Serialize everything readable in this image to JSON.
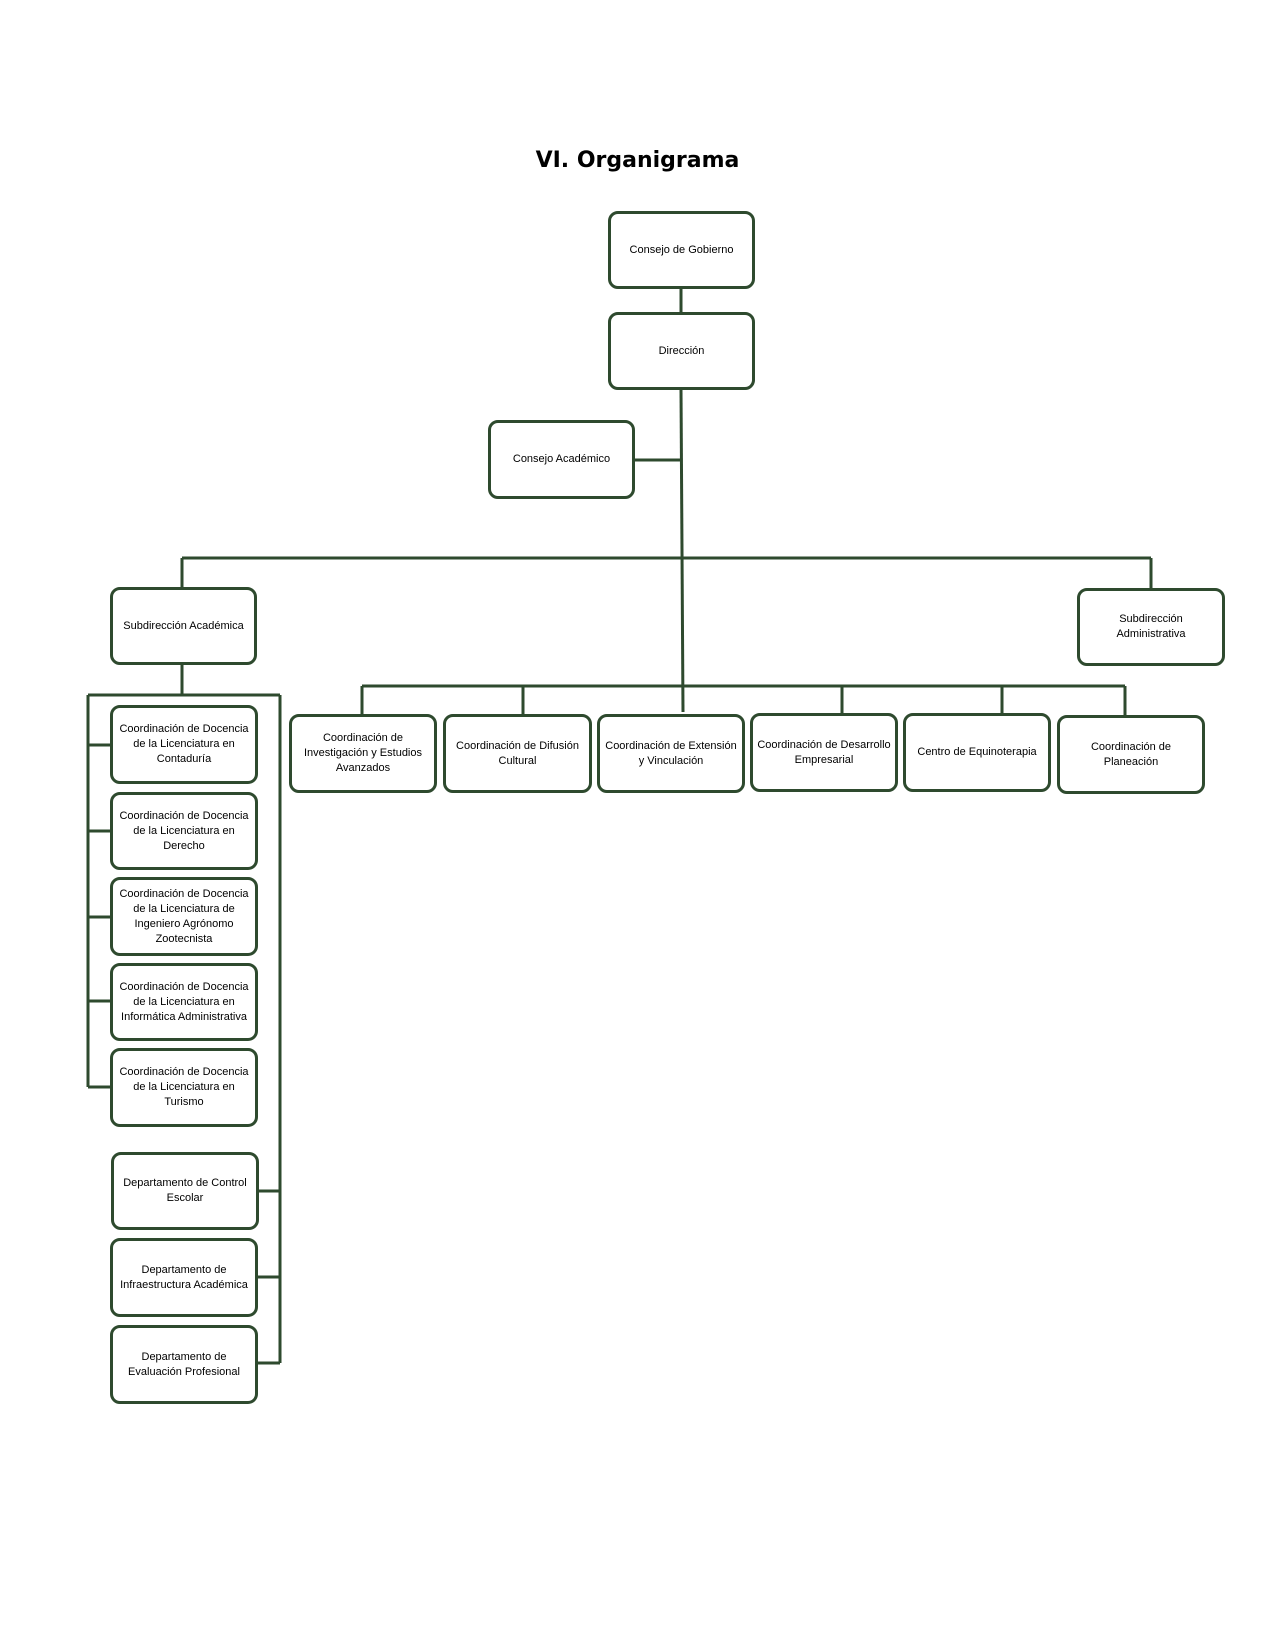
{
  "title": "VI. Organigrama",
  "line_color": "#2e4a2e",
  "nodes": {
    "consejo_gobierno": "Consejo de Gobierno",
    "direccion": "Dirección",
    "consejo_academico": "Consejo Académico",
    "subdireccion_academica": "Subdirección Académica",
    "subdireccion_administrativa": "Subdirección Administrativa",
    "coord_contaduria": "Coordinación de Docencia de la Licenciatura en Contaduría",
    "coord_derecho": "Coordinación de Docencia de la Licenciatura en Derecho",
    "coord_agronomo": "Coordinación de Docencia de la Licenciatura de Ingeniero Agrónomo Zootecnista",
    "coord_informatica": "Coordinación de Docencia de la Licenciatura en Informática Administrativa",
    "coord_turismo": "Coordinación de Docencia de la Licenciatura en Turismo",
    "depto_control_escolar": "Departamento de Control Escolar",
    "depto_infraestructura": "Departamento de Infraestructura Académica",
    "depto_evaluacion": "Departamento de Evaluación Profesional",
    "coord_investigacion": "Coordinación de Investigación y Estudios Avanzados",
    "coord_difusion": "Coordinación de Difusión Cultural",
    "coord_extension": "Coordinación de Extensión y Vinculación",
    "coord_desarrollo": "Coordinación de Desarrollo Empresarial",
    "centro_equinoterapia": "Centro de Equinoterapia",
    "coord_planeacion": "Coordinación de Planeación"
  }
}
